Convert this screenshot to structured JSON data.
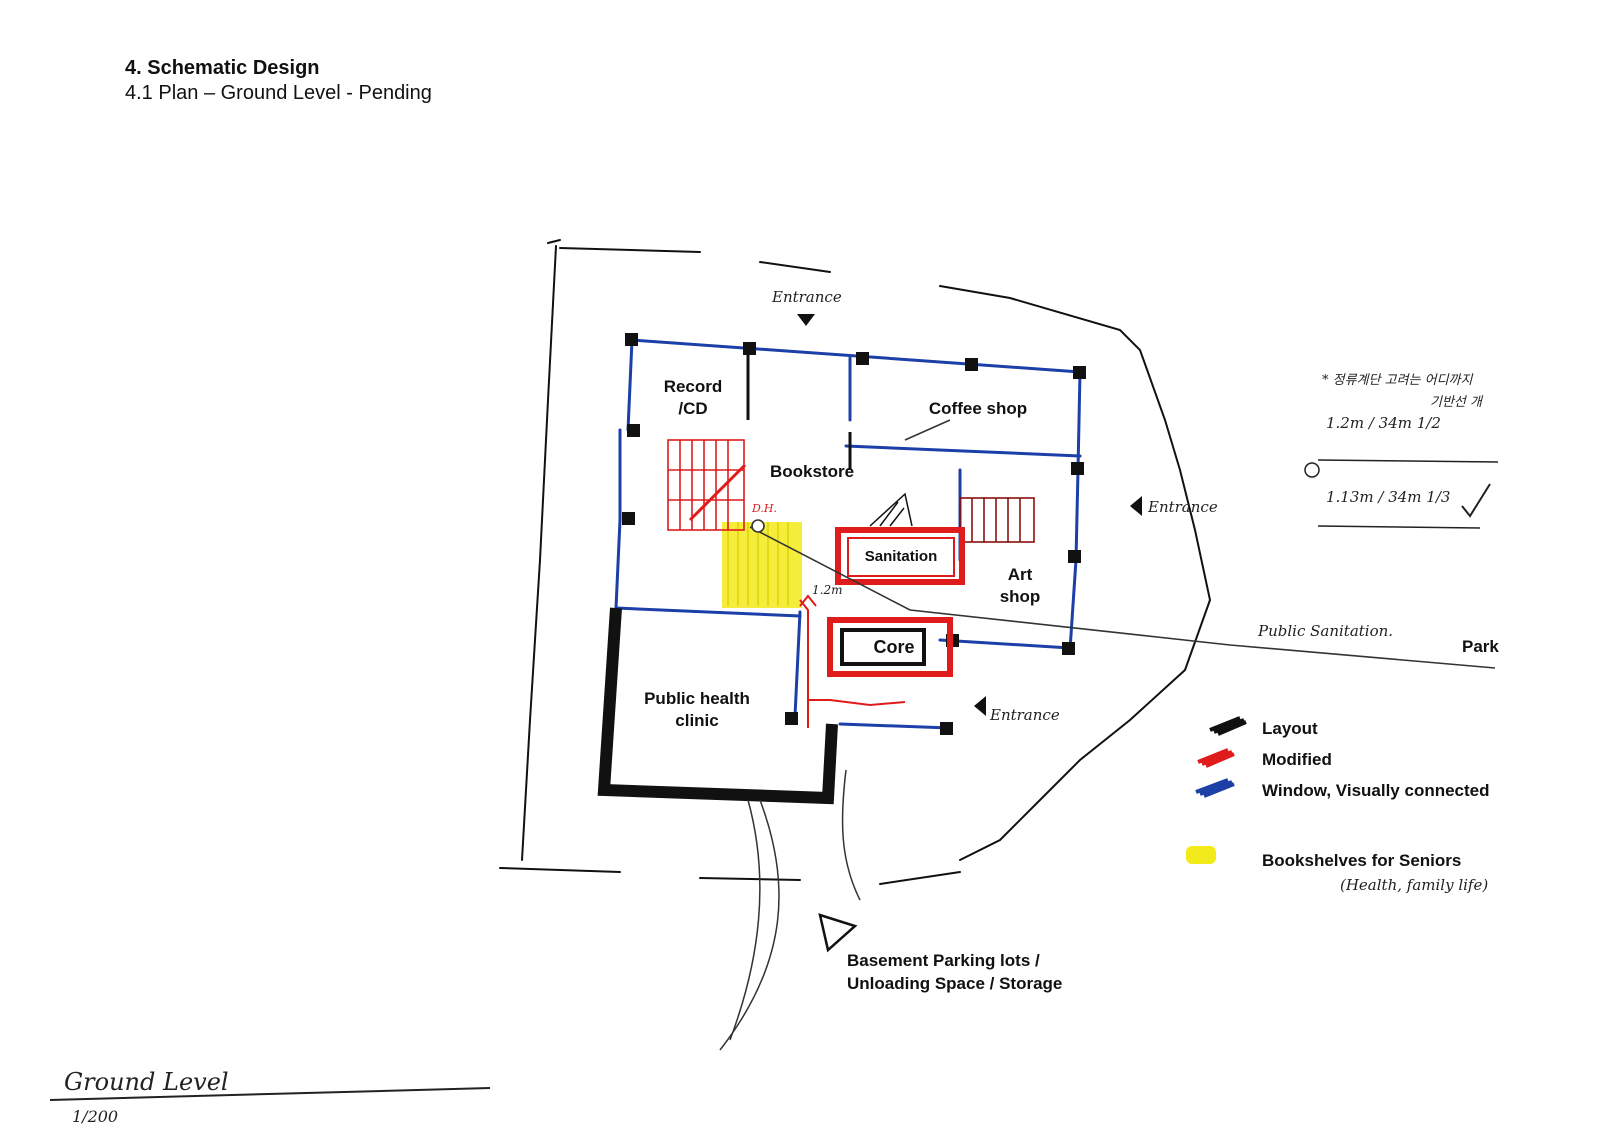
{
  "header": {
    "title": "4. Schematic Design",
    "subtitle": "4.1 Plan – Ground Level - Pending"
  },
  "rooms": {
    "record": [
      "Record",
      "/CD"
    ],
    "coffee": "Coffee shop",
    "bookstore": "Bookstore",
    "sanitation": "Sanitation",
    "art": [
      "Art",
      "shop"
    ],
    "core": "Core",
    "clinic": [
      "Public health",
      "clinic"
    ],
    "park": "Park",
    "basement": [
      "Basement Parking lots /",
      "Unloading Space / Storage"
    ]
  },
  "handwritten": {
    "entrance_top": "Entrance",
    "entrance_right": "Entrance",
    "entrance_bottom": "Entrance",
    "public_sanitation": "Public Sanitation.",
    "dimension": "1.2m",
    "dh": "D.H.",
    "ground_level": "Ground Level",
    "scale": "1/200",
    "note_korean": "* 정류계단 고려는 어디까지",
    "note_korean2": "기반선 개",
    "calc1": "1.2m / 34m  1/2",
    "calc2": "1.13m / 34m  1/3",
    "health_note": "(Health, family life)"
  },
  "legend": [
    {
      "label": "Layout",
      "color": "#111111"
    },
    {
      "label": "Modified",
      "color": "#e01b1b"
    },
    {
      "label": "Window, Visually connected",
      "color": "#1c3fa8"
    },
    {
      "label": "Bookshelves for Seniors",
      "color": "#f2ea1a"
    }
  ],
  "colors": {
    "layout": "#111111",
    "modified": "#e01b1b",
    "window": "#1c3fa8",
    "bookshelf": "#f2ea1a"
  }
}
